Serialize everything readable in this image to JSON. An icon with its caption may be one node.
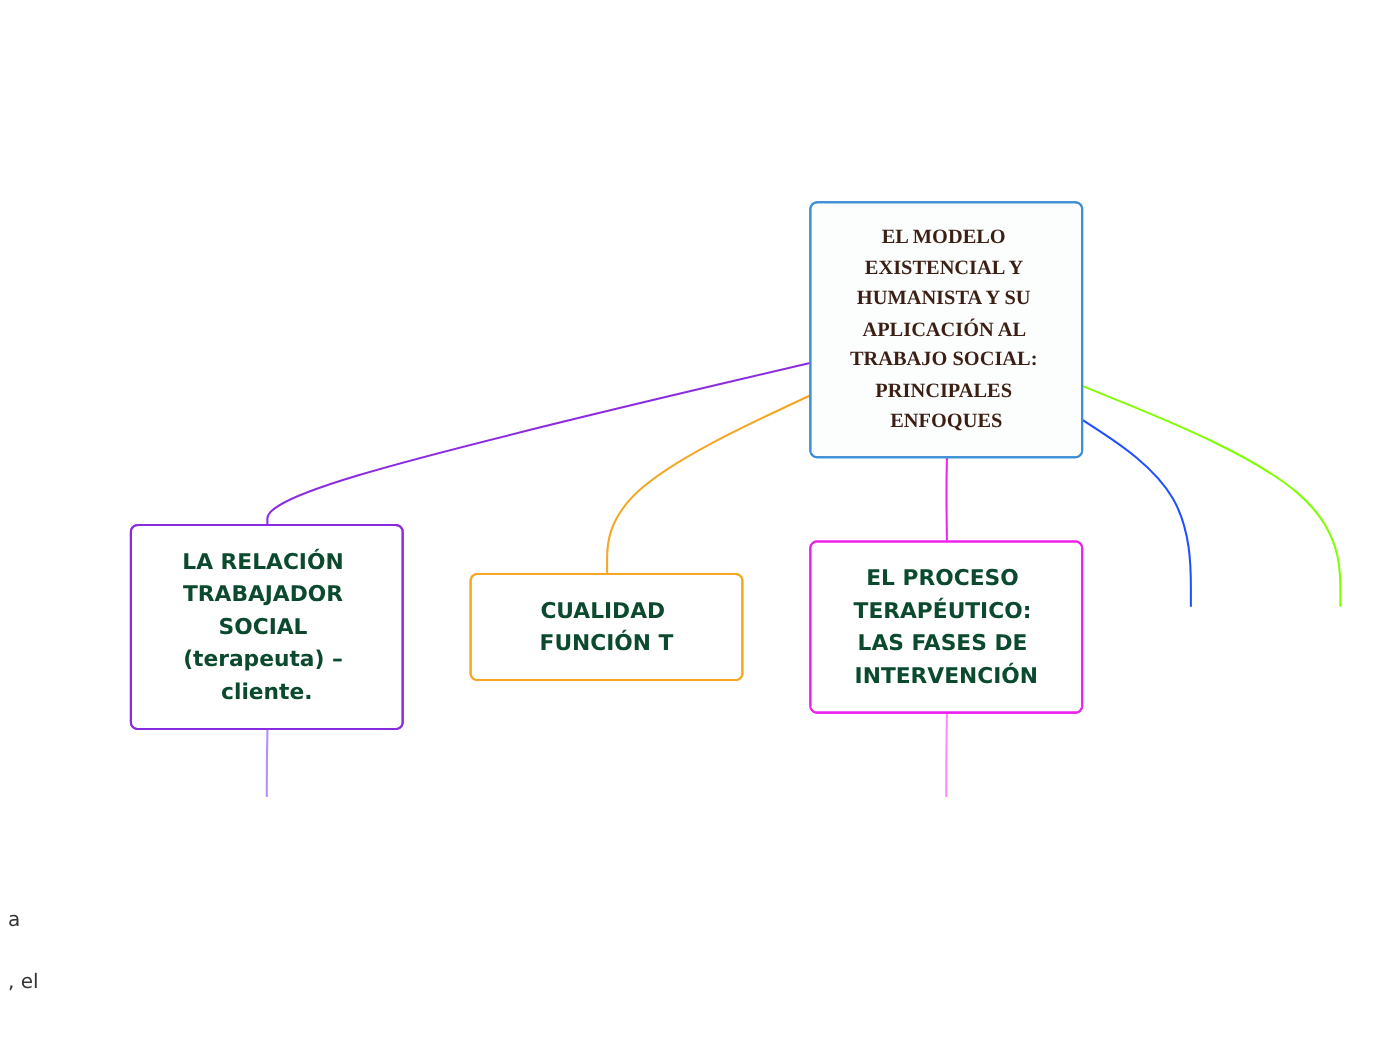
{
  "diagram": {
    "nodes": [
      {
        "text": [
          "EL MODELO EXISTENCIAL Y HUMANISTA Y SU APLICACIÓN AL TRABAJO SOCIAL: PRINCIPALES ENFOQUES"
        ]
      },
      {
        "text": [
          "LA RELACIÓN TRABAJADOR SOCIAL (terapeuta) – cliente."
        ]
      },
      {
        "text": [
          "CUALIDAD FUNCIÓN T"
        ]
      },
      {
        "text": [
          "EL PROCESO TERAPÉUTICO: LAS FASES DE INTERVENCIÓN"
        ]
      }
    ],
    "edges": [
      {
        "from": 0,
        "to": null,
        "arrow": "none",
        "color": "#1f4fff"
      },
      {
        "from": 0,
        "to": 1,
        "arrow": "none",
        "color": "#8a2be2"
      },
      {
        "from": 0,
        "to": 2,
        "arrow": "none",
        "color": "#f5a623"
      },
      {
        "from": 0,
        "to": 3,
        "arrow": "none",
        "color": "#ee22ee"
      },
      {
        "from": 0,
        "to": null,
        "arrow": "none",
        "color": "#7fff00"
      },
      {
        "from": 1,
        "to": null,
        "arrow": "none",
        "color": "#b38cff"
      },
      {
        "from": 3,
        "to": null,
        "arrow": "none",
        "color": "#ff88ff"
      }
    ],
    "labels": [
      "a",
      ", el"
    ]
  }
}
